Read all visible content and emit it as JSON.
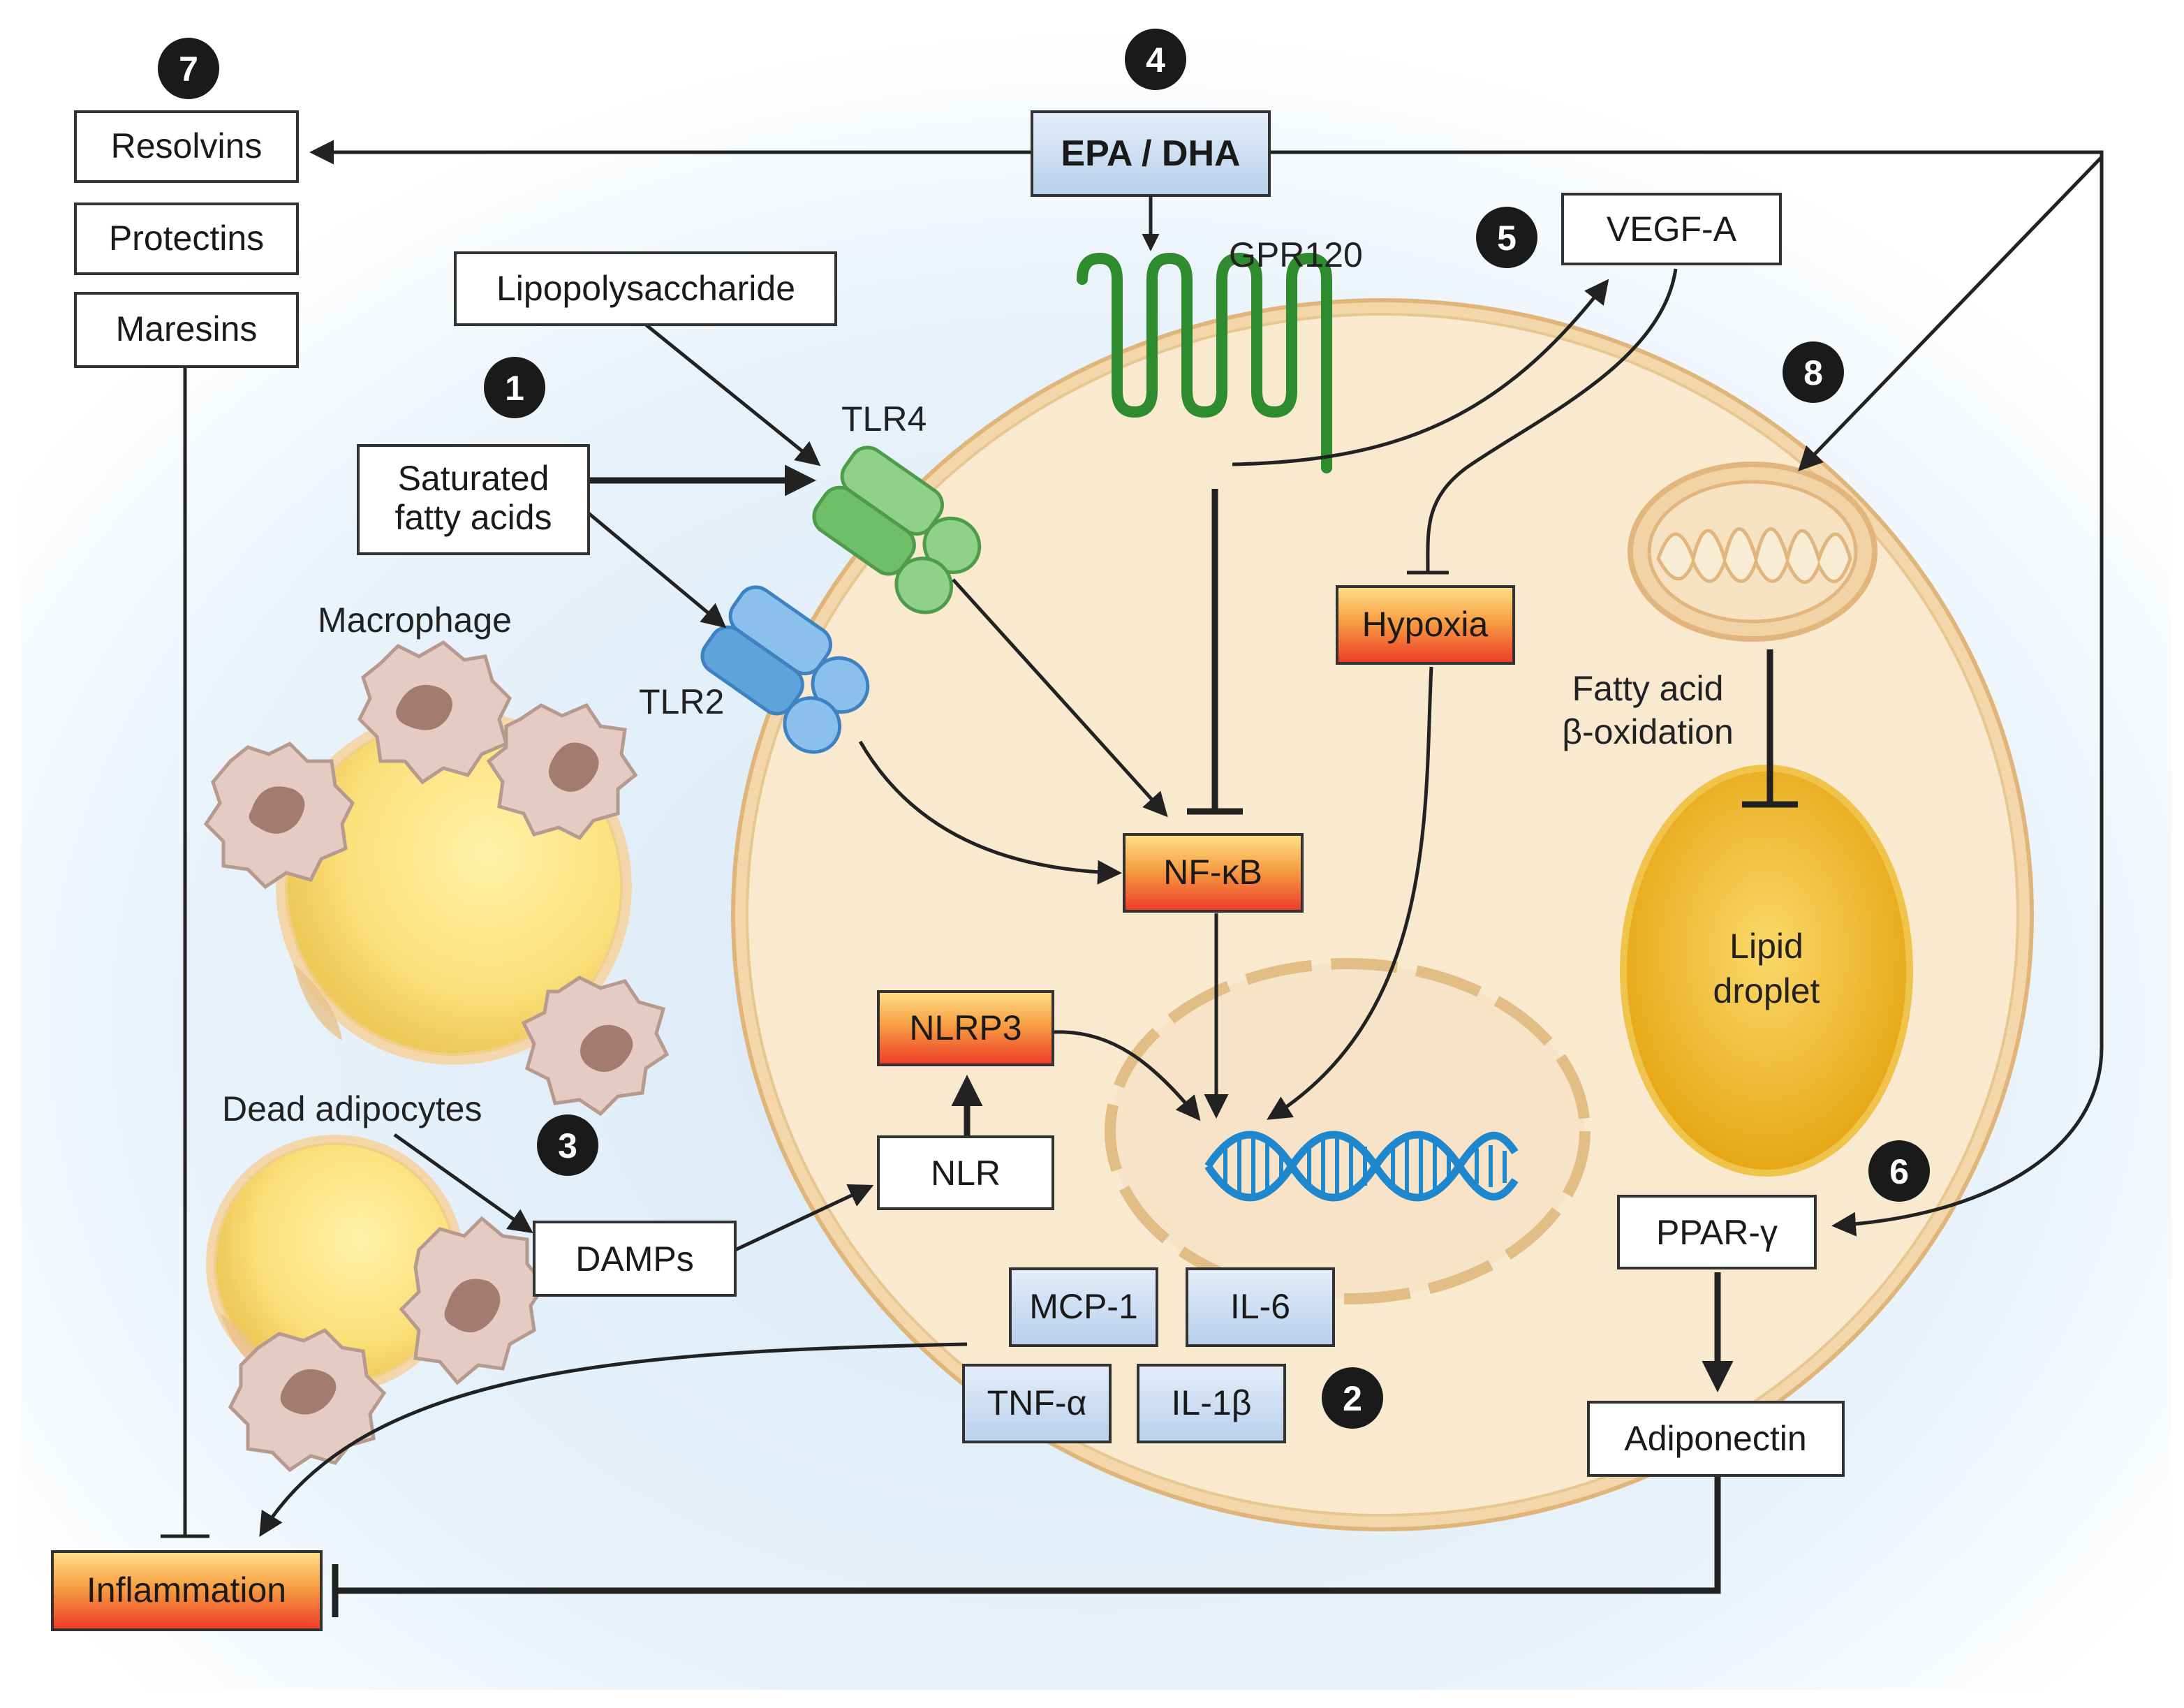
{
  "badges": [
    "1",
    "2",
    "3",
    "4",
    "5",
    "6",
    "7",
    "8"
  ],
  "boxes": {
    "epa_dha": "EPA / DHA",
    "resolvins": "Resolvins",
    "protectins": "Protectins",
    "maresins": "Maresins",
    "lipopolysaccharide": "Lipopolysaccharide",
    "saturated_line1": "Saturated",
    "saturated_line2": "fatty acids",
    "vegf_a": "VEGF-A",
    "hypoxia": "Hypoxia",
    "nf_kb": "NF-κB",
    "nlrp3": "NLRP3",
    "nlr": "NLR",
    "damps": "DAMPs",
    "mcp1": "MCP-1",
    "il6": "IL-6",
    "tnf_a": "TNF-α",
    "il1b": "IL-1β",
    "ppar_g": "PPAR-γ",
    "adiponectin": "Adiponectin",
    "inflammation": "Inflammation"
  },
  "labels": {
    "gpr120": "GPR120",
    "tlr4": "TLR4",
    "tlr2": "TLR2",
    "macrophage": "Macrophage",
    "dead_adipocytes": "Dead adipocytes",
    "fatty_acid_line1": "Fatty acid",
    "fatty_acid_line2": "β-oxidation",
    "lipid_line1": "Lipid",
    "lipid_line2": "droplet"
  },
  "colors": {
    "cell_fill": "#f8e9cf",
    "cell_border": "#e3bd86",
    "background_blue": "#e3f0fa",
    "receptor_green": "#6fbf6a",
    "receptor_blue": "#5fa3dc",
    "gpr120_green": "#2e8b2e",
    "dna_blue": "#1f88cc",
    "lipid_yellow": "#f1bf1c",
    "badge_black": "#1a1a1a",
    "inflammatory_gradient_top": "#ffd97a",
    "inflammatory_gradient_bottom": "#f0352a"
  }
}
